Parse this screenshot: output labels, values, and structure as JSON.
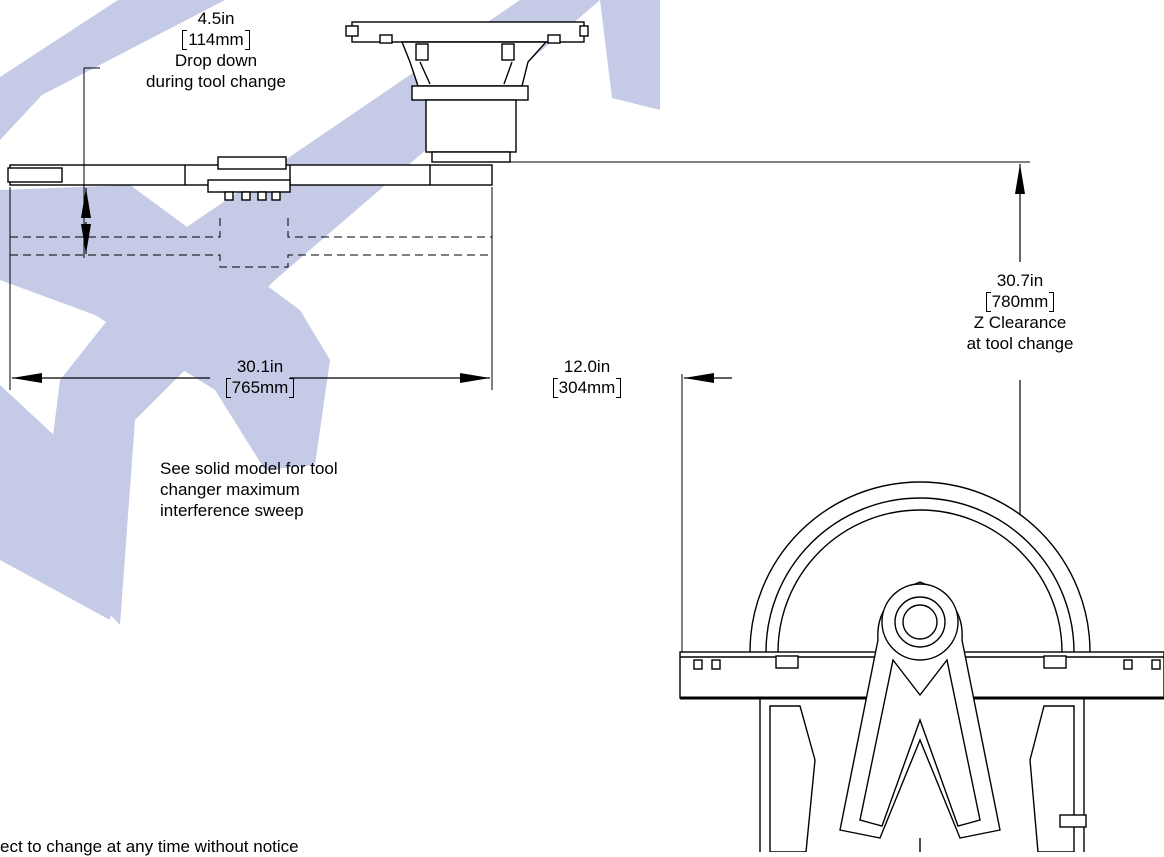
{
  "drop_dimension": {
    "inches": "4.5in",
    "mm": "114mm",
    "caption_line1": "Drop down",
    "caption_line2": "during tool change"
  },
  "width_dimension": {
    "inches": "30.1in",
    "mm": "765mm"
  },
  "offset_dimension": {
    "inches": "12.0in",
    "mm": "304mm"
  },
  "z_clearance_dimension": {
    "inches": "30.7in",
    "mm": "780mm",
    "caption_line1": "Z Clearance",
    "caption_line2": "at tool change"
  },
  "sweep_note": {
    "line1": "See solid model for tool",
    "line2": "changer maximum",
    "line3": "interference sweep"
  },
  "footer_note": "ect to change at any time without notice",
  "colors": {
    "watermark": "#c5cbe6",
    "line": "#000000"
  }
}
